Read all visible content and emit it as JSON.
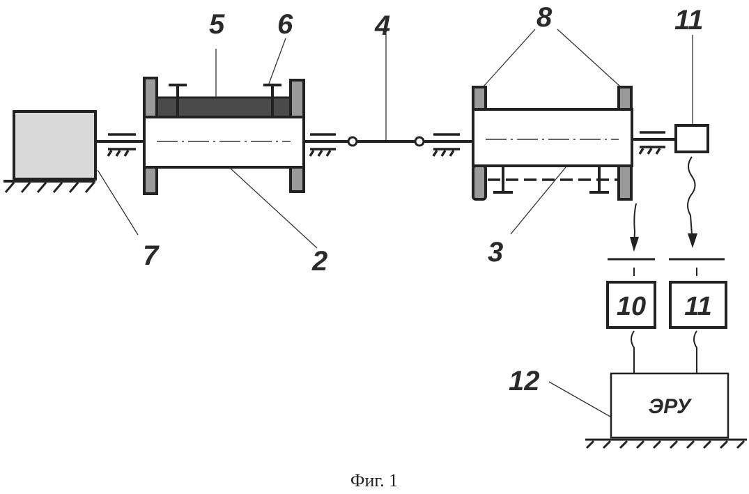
{
  "labels": {
    "drum_1": "2",
    "drum_2": "3",
    "shaft": "4",
    "band": "5",
    "bolt": "6",
    "motor": "7",
    "flanges": "8",
    "sensor": "11",
    "ecu": "12"
  },
  "blocks": {
    "block_10": "10",
    "block_11": "11",
    "eru": "ЭРУ"
  },
  "caption": "Фиг. 1",
  "colors": {
    "line": "#222222",
    "motor_fill": "#d9d9d9",
    "flange_fill": "#9a9a9a",
    "band_fill": "#4a4a4a"
  }
}
